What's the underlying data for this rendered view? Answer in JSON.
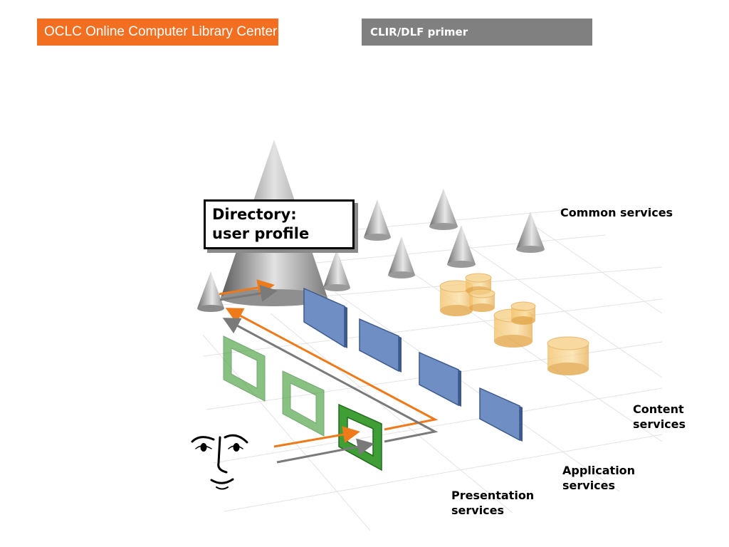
{
  "header": {
    "org_label": "OCLC Online Computer Library Center",
    "primer_label": "CLIR/DLF primer",
    "org_color": "#f26f21",
    "primer_color": "#808080"
  },
  "diagram": {
    "directory_box": {
      "line1": "Directory:",
      "line2": "user profile"
    },
    "labels": {
      "common": "Common services",
      "content_1": "Content",
      "content_2": "services",
      "application_1": "Application",
      "application_2": "services",
      "presentation_1": "Presentation",
      "presentation_2": "services"
    },
    "icons": [
      "cone-icon",
      "cylinder-icon",
      "blue-panel-icon",
      "green-frame-icon",
      "face-icon"
    ],
    "colors": {
      "cone": "#b5b5b5",
      "cylinder": "#f5c25e",
      "panel": "#6f8fc4",
      "frame": "#4aa13f",
      "flow_orange": "#ef7a1a",
      "flow_gray": "#7a7a7a"
    }
  }
}
